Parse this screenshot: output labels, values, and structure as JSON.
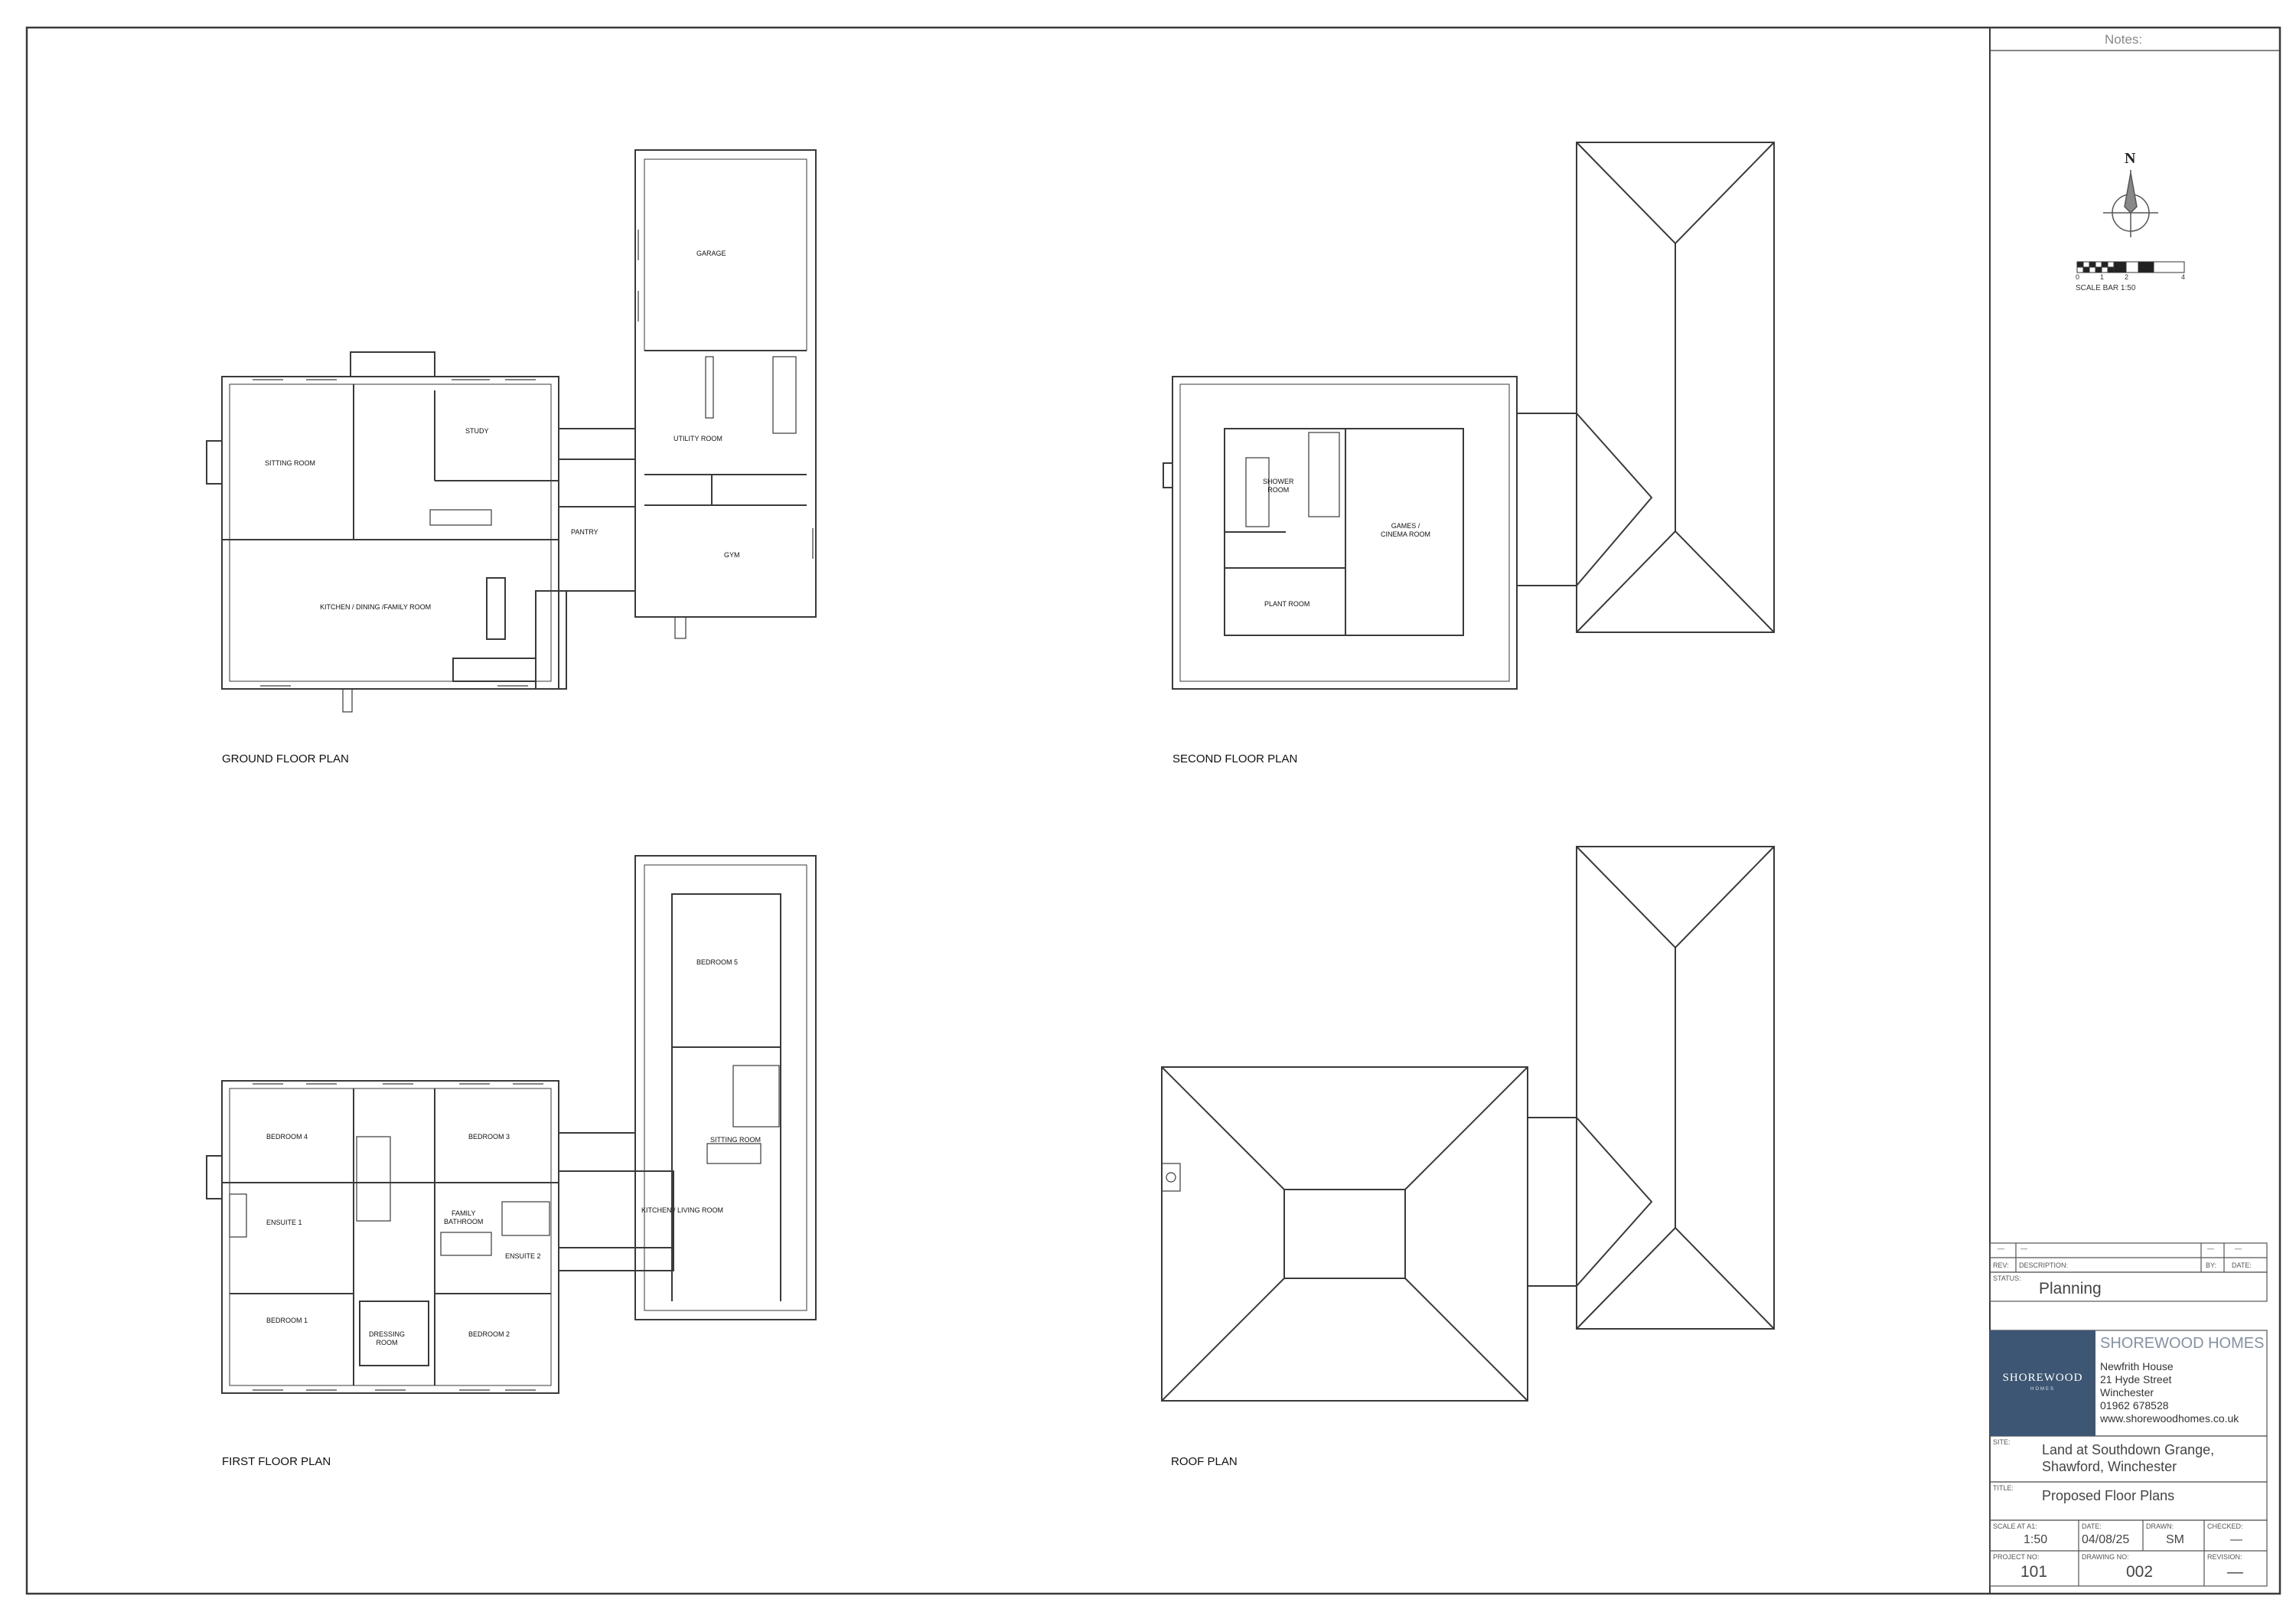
{
  "plans": {
    "ground_floor": {
      "title": "GROUND FLOOR PLAN",
      "rooms": {
        "garage": "GARAGE",
        "sitting_room": "SITTING ROOM",
        "study": "STUDY",
        "utility_room": "UTILITY ROOM",
        "pantry": "PANTRY",
        "gym": "GYM",
        "kitchen": "KITCHEN / DINING /FAMILY ROOM"
      }
    },
    "second_floor": {
      "title": "SECOND FLOOR PLAN",
      "rooms": {
        "shower_1": "SHOWER",
        "shower_2": "ROOM",
        "games_1": "GAMES /",
        "games_2": "CINEMA ROOM",
        "plant_room": "PLANT ROOM"
      }
    },
    "first_floor": {
      "title": "FIRST FLOOR PLAN",
      "rooms": {
        "bedroom_5": "BEDROOM 5",
        "bedroom_4": "BEDROOM 4",
        "bedroom_3": "BEDROOM 3",
        "sitting_room": "SITTING ROOM",
        "ensuite_1": "ENSUITE 1",
        "family_bathroom_1": "FAMILY",
        "family_bathroom_2": "BATHROOM",
        "kitchen_living": "KITCHEN / LIVING ROOM",
        "ensuite_2": "ENSUITE 2",
        "bedroom_1": "BEDROOM 1",
        "dressing_1": "DRESSING",
        "dressing_2": "ROOM",
        "bedroom_2": "BEDROOM 2"
      }
    },
    "roof": {
      "title": "ROOF PLAN"
    }
  },
  "title_block": {
    "notes_label": "Notes:",
    "north_label": "N",
    "scale_bar": {
      "ticks": [
        "0",
        "1",
        "2",
        "4"
      ],
      "label": "SCALE BAR 1:50"
    },
    "revision_row": {
      "rev": "—",
      "desc": "—",
      "by": "—",
      "date": "—"
    },
    "revision_headers": {
      "rev": "REV:",
      "desc": "DESCRIPTION:",
      "by": "BY:",
      "date": "DATE:"
    },
    "status_label": "STATUS:",
    "status_value": "Planning",
    "logo": {
      "wordmark": "SHOREWOOD",
      "sub": "HOMES"
    },
    "company": {
      "name": "SHOREWOOD HOMES",
      "address_1": "Newfrith House",
      "address_2": "21 Hyde Street",
      "address_3": "Winchester",
      "phone": "01962 678528",
      "website": "www.shorewoodhomes.co.uk"
    },
    "site_label": "SITE:",
    "site_line_1": "Land at Southdown Grange,",
    "site_line_2": "Shawford, Winchester",
    "title_label": "TITLE:",
    "title_value": "Proposed Floor Plans",
    "scale_label": "SCALE AT A1:",
    "scale_value": "1:50",
    "date_label": "DATE:",
    "date_value": "04/08/25",
    "drawn_label": "DRAWN:",
    "drawn_value": "SM",
    "checked_label": "CHECKED:",
    "checked_value": "—",
    "project_no_label": "PROJECT NO:",
    "project_no_value": "101",
    "drawing_no_label": "DRAWING NO:",
    "drawing_no_value": "002",
    "revision_label": "REVISION:",
    "revision_value": "—"
  },
  "colors": {
    "line": "#3a3a3a",
    "logo_bg": "#3d5674",
    "logo_text": "#ffffff",
    "company_name": "#8592a2"
  }
}
